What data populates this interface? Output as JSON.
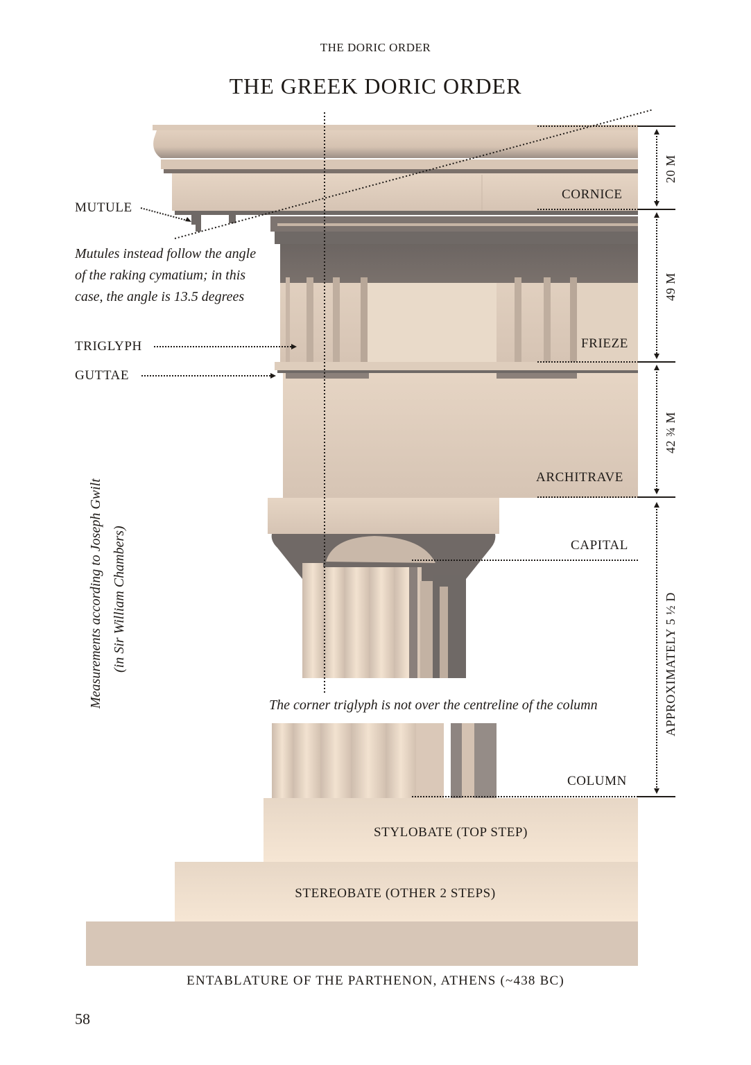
{
  "header": {
    "running_head": "THE DORIC ORDER",
    "title": "THE GREEK DORIC ORDER"
  },
  "parts": {
    "cornice": "CORNICE",
    "frieze": "FRIEZE",
    "architrave": "ARCHITRAVE",
    "capital": "CAPITAL",
    "column": "COLUMN",
    "stylobate": "STYLOBATE (TOP STEP)",
    "stereobate": "STEREOBATE (OTHER 2 STEPS)"
  },
  "callouts": {
    "mutule": "MUTULE",
    "triglyph": "TRIGLYPH",
    "guttae": "GUTTAE"
  },
  "notes": {
    "mutule_note": "Mutules instead follow the angle of the raking cymatium; in this case, the angle is 13.5 degrees",
    "triglyph_note": "The corner triglyph is not over the centreline of the column",
    "source_line1": "Measurements according to Joseph Gwilt",
    "source_line2": "(in Sir William Chambers)"
  },
  "dimensions": {
    "cornice": "20 M",
    "frieze": "49 M",
    "architrave": "42 ¾  M",
    "column": "APPROXIMATELY 5 ½ D"
  },
  "footer": {
    "caption": "ENTABLATURE OF THE PARTHENON, ATHENS (~438 BC)",
    "page_number": "58"
  },
  "colors": {
    "stone_light": "#ecdccb",
    "stone_mid": "#d8c6b6",
    "shadow": "#6f6966",
    "ink": "#1e1a17"
  }
}
